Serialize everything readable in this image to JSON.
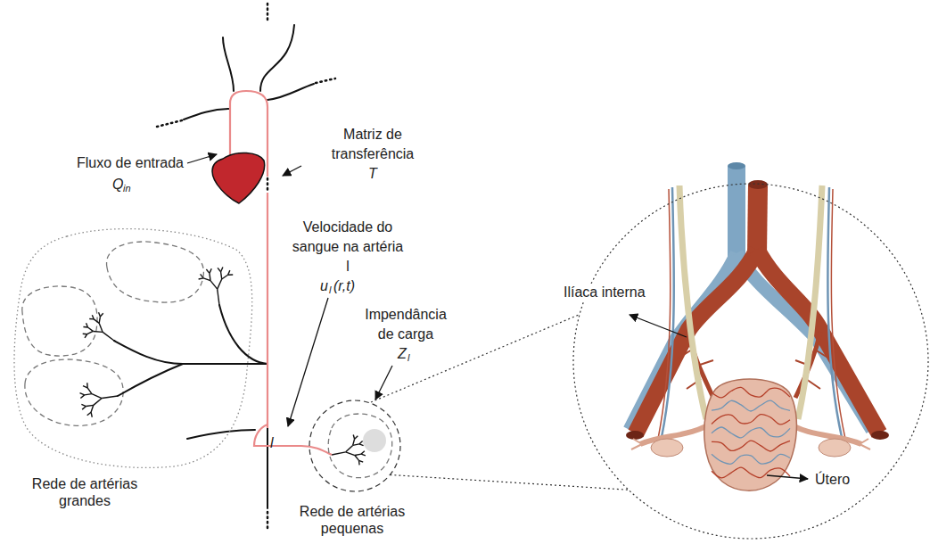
{
  "diagram": {
    "nodes": [
      {
        "text": [
          "Rede de artérias grandes"
        ]
      },
      {
        "text": [
          "Rede de artérias pequenas"
        ]
      },
      {
        "text": [
          "Ilíaca interna",
          "Útero"
        ]
      }
    ],
    "edges": [
      {
        "from": 1,
        "to": 2,
        "arrow": "none"
      }
    ],
    "labels": [
      "Fluxo de entrada",
      "Q",
      "in",
      "Matriz de transferência",
      "T",
      "Velocidade do sangue na artéria l",
      "u",
      "l",
      "(r,t)",
      "Impendância de carga",
      "Z",
      "l",
      "l"
    ]
  }
}
